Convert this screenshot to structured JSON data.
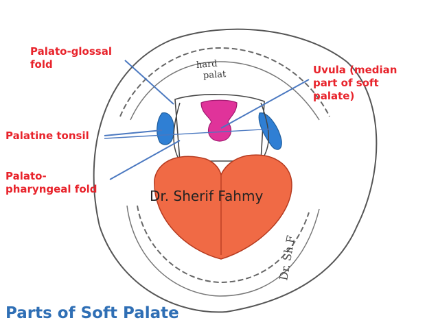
{
  "title": "Parts of Soft Palate",
  "author": "Dr. Sherif Fahmy",
  "labels": {
    "palatoglossal": "Palato-glossal\nfold",
    "uvula": "Uvula (median\npart of soft\npalate)",
    "tonsil": "Palatine tonsil",
    "palatopharyngeal": "Palato-\npharyngeal fold"
  },
  "colors": {
    "label_text": "#e8232b",
    "title_text": "#2f6fb5",
    "tongue": "#f06a45",
    "uvula": "#e0339a",
    "tonsil": "#2f7fd4",
    "leader_line": "#4a78c0"
  }
}
